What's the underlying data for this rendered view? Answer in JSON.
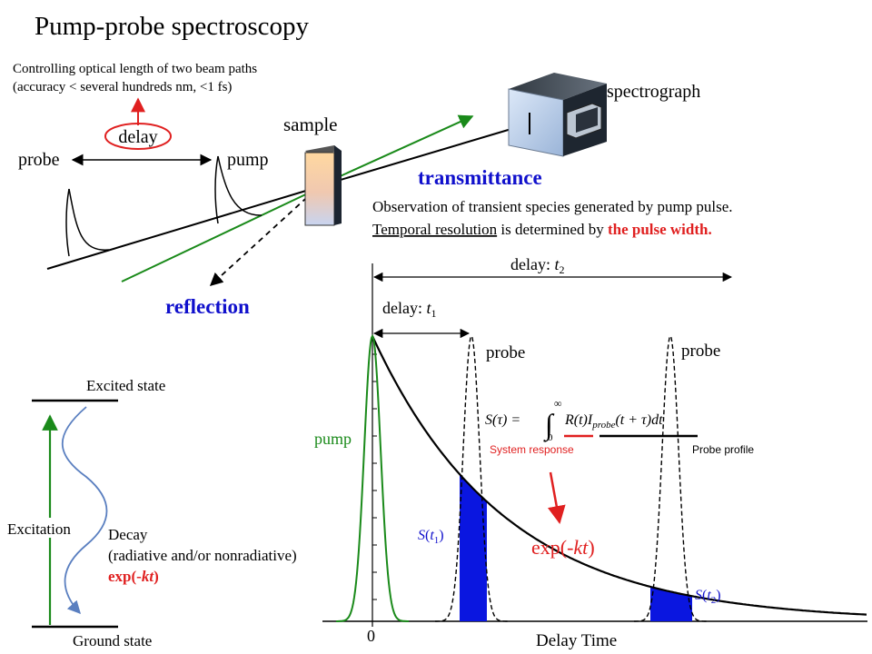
{
  "title": "Pump-probe spectroscopy",
  "control_note": {
    "line1": "Controlling  optical length  of two beam paths",
    "line2": "(accuracy < several  hundreds nm,  <1 fs)"
  },
  "labels": {
    "delay": "delay",
    "probe": "probe",
    "pump": "pump",
    "sample": "sample",
    "spectrograph": "spectrograph",
    "transmittance": "transmittance",
    "reflection": "reflection"
  },
  "observation": {
    "line1": "Observation  of transient  species  generated  by pump pulse.",
    "line2_underlined": "Temporal  resolution",
    "line2_mid": "  is determined  by  ",
    "line2_red": "the pulse width."
  },
  "energy_diagram": {
    "excited_state": "Excited state",
    "ground_state": "Ground state",
    "excitation": "Excitation",
    "decay_line1": "Decay",
    "decay_line2": "(radiative and/or nonradiative)",
    "decay_expr": "exp(-kt)"
  },
  "plot": {
    "delay_t1": "delay: t1",
    "delay_t2": "delay: t2",
    "probe1": "probe",
    "probe2": "probe",
    "pump": "pump",
    "equation": "S(τ) = ∫₀^∞ R(t) I_probe(t+τ) dt",
    "system_response": "System response",
    "probe_profile": "Probe profile",
    "decay_expr": "exp(-kt)",
    "s_t1": "S(t1)",
    "s_t2": "S(t2)",
    "zero": "0",
    "xlabel": "Delay Time"
  },
  "colors": {
    "blue_label": "#1010cc",
    "red": "#e02020",
    "green": "#1a8a1a",
    "fill_blue": "#0a16e0"
  }
}
